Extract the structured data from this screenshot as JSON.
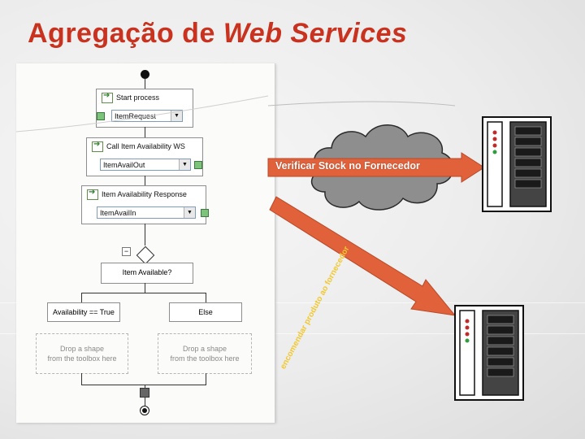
{
  "slide": {
    "title_main": "Agregação de ",
    "title_em": "Web Services",
    "title_color": "#c8321e"
  },
  "designer": {
    "start": {
      "label": "Start process",
      "combo": "ItemRequest"
    },
    "call": {
      "label": "Call Item Availability WS",
      "combo": "ItemAvailOut"
    },
    "response": {
      "label": "Item Availability Response",
      "combo": "ItemAvailIn"
    },
    "decision": {
      "label": "Item Available?"
    },
    "branch_true": "Availability == True",
    "branch_else": "Else",
    "drop_left": "Drop a shape\nfrom the toolbox here",
    "drop_right": "Drop a shape\nfrom the toolbox here"
  },
  "diagram": {
    "arrow_label": "Verificar Stock no Fornecedor",
    "arrow_color": "#e0613a",
    "rotated_text": "encomendar produto ao fornecedor"
  }
}
